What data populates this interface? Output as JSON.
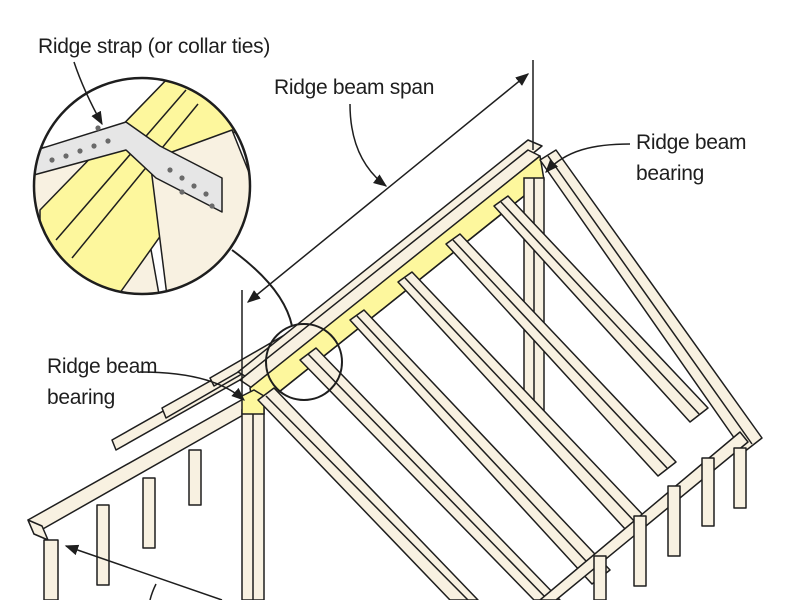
{
  "labels": {
    "ridge_strap": "Ridge strap (or collar ties)",
    "ridge_beam_span": "Ridge beam span",
    "right_bearing": {
      "line1": "Ridge beam",
      "line2": "bearing"
    },
    "left_bearing": {
      "line1": "Ridge beam",
      "line2": "bearing"
    }
  },
  "colors": {
    "lumber": "#f8f1e1",
    "ridge_beam": "#fdf79d",
    "outline": "#1e1e1e",
    "strap": "#e6e6e6",
    "background": "#ffffff"
  }
}
